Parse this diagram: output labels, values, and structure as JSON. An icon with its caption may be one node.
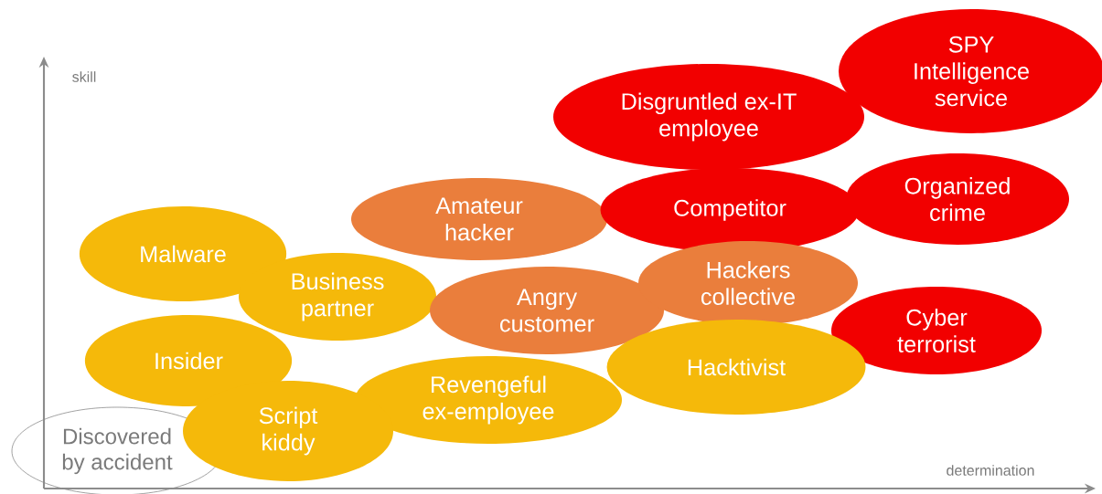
{
  "diagram": {
    "nodes": [
      {
        "text": [
          "SPY Intelligence service"
        ]
      },
      {
        "text": [
          "Disgruntled ex-IT employee"
        ]
      },
      {
        "text": [
          "Amateur hacker"
        ]
      },
      {
        "text": [
          "Competitor"
        ]
      },
      {
        "text": [
          "Organized crime"
        ]
      },
      {
        "text": [
          "Malware"
        ]
      },
      {
        "text": [
          "Business partner"
        ]
      },
      {
        "text": [
          "Angry customer"
        ]
      },
      {
        "text": [
          "Hackers collective"
        ]
      },
      {
        "text": [
          "Cyber terrorist"
        ]
      },
      {
        "text": [
          "Insider"
        ]
      },
      {
        "text": [
          "Hacktivist"
        ]
      },
      {
        "text": [
          "Revengeful ex-employee"
        ]
      },
      {
        "text": [
          "Discovered by accident"
        ]
      },
      {
        "text": [
          "Script kiddy"
        ]
      }
    ],
    "labels": [
      "skill",
      "determination"
    ]
  }
}
